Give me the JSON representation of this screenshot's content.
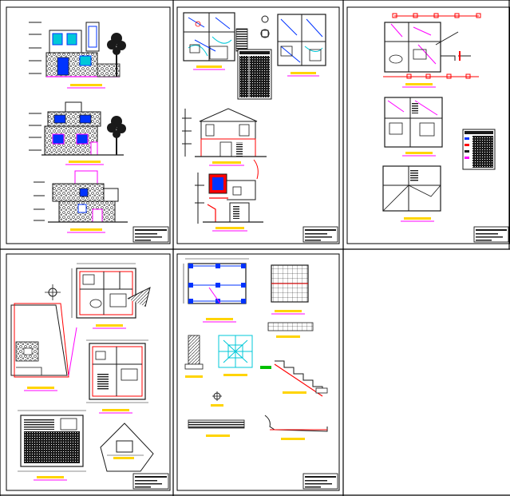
{
  "sheets": [
    {
      "id": "sheet-1",
      "kind": "elevations"
    },
    {
      "id": "sheet-2",
      "kind": "floor-plans-and-sections"
    },
    {
      "id": "sheet-3",
      "kind": "plans-with-schedule"
    },
    {
      "id": "sheet-4",
      "kind": "site-and-floor-plans"
    },
    {
      "id": "sheet-5",
      "kind": "structural-details"
    }
  ],
  "colors": {
    "background": "#ffffff",
    "sheet_border": "#000000",
    "title_underline": "#ff00ff",
    "title_bar": "#ffd400",
    "plan_wall": "#1a1a1a",
    "cyan_dims": "#00c8d8",
    "blue_elements": "#0033ff",
    "red_elements": "#ff0000",
    "green_tree": "#1a1a1a",
    "magenta": "#ff00ff",
    "title_block": "#000000"
  }
}
